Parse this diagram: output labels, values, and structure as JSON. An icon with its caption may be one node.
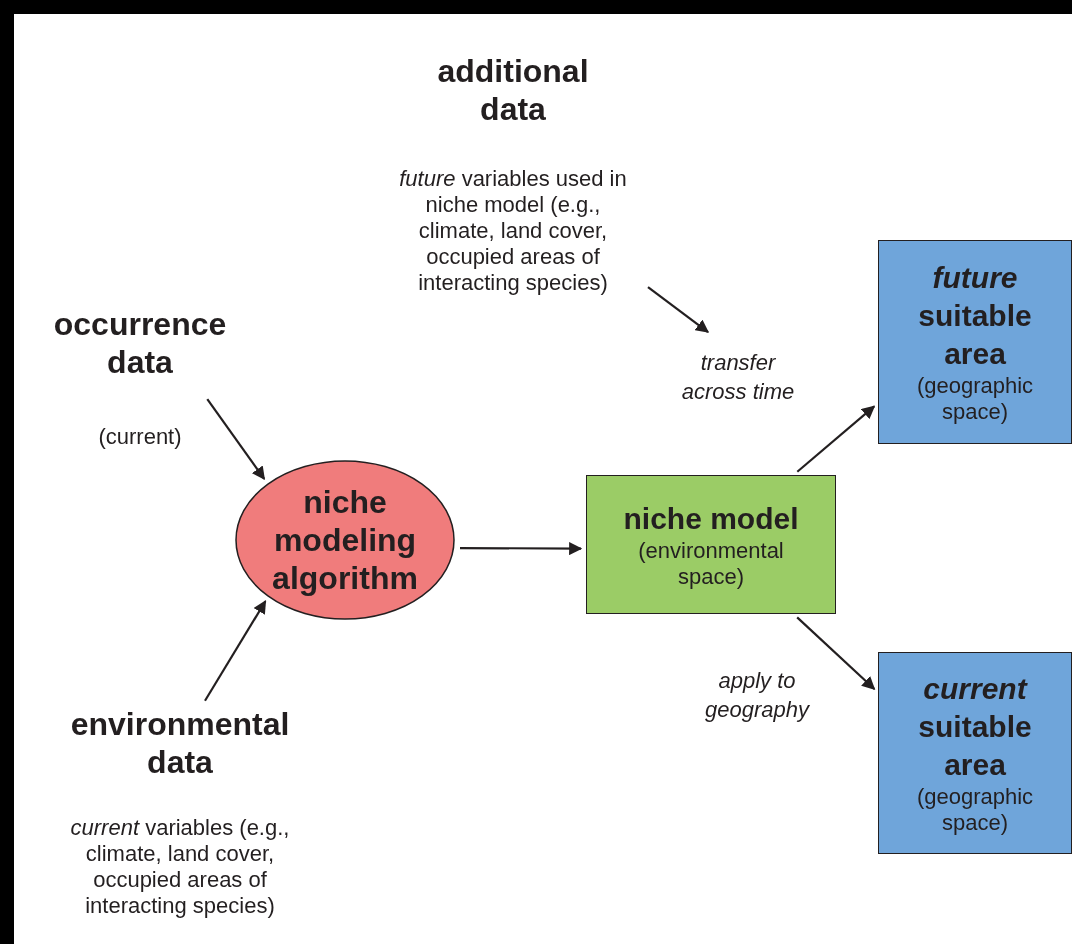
{
  "diagram": {
    "nodes": [
      {
        "text": [
          "occurrence data"
        ]
      },
      {
        "text": [
          "environmental data",
          "*current* variables (e.g., climate, land cover, occupied areas of interacting species)"
        ]
      },
      {
        "text": [
          "niche modeling algorithm"
        ]
      },
      {
        "text": [
          "additional data",
          "*future* variables used in niche model (e.g., climate, land cover, occupied areas of interacting species)"
        ]
      },
      {
        "text": [
          "niche model",
          "(environmental space)"
        ]
      },
      {
        "text": [
          "*future* suitable area",
          "(geographic space)"
        ]
      },
      {
        "text": [
          "*current* suitable area",
          "(geographic space)"
        ]
      }
    ],
    "edges": [
      {
        "from": 0,
        "to": 2,
        "arrow": "to",
        "label": "(current)"
      },
      {
        "from": 1,
        "to": 2,
        "arrow": "to"
      },
      {
        "from": 2,
        "to": 4,
        "arrow": "to"
      },
      {
        "from": 4,
        "to": 5,
        "arrow": "to",
        "label": "transfer across time"
      },
      {
        "from": 4,
        "to": 6,
        "arrow": "to",
        "label": "apply to geography"
      },
      {
        "from": 3,
        "to": null,
        "arrow": "to"
      }
    ]
  }
}
